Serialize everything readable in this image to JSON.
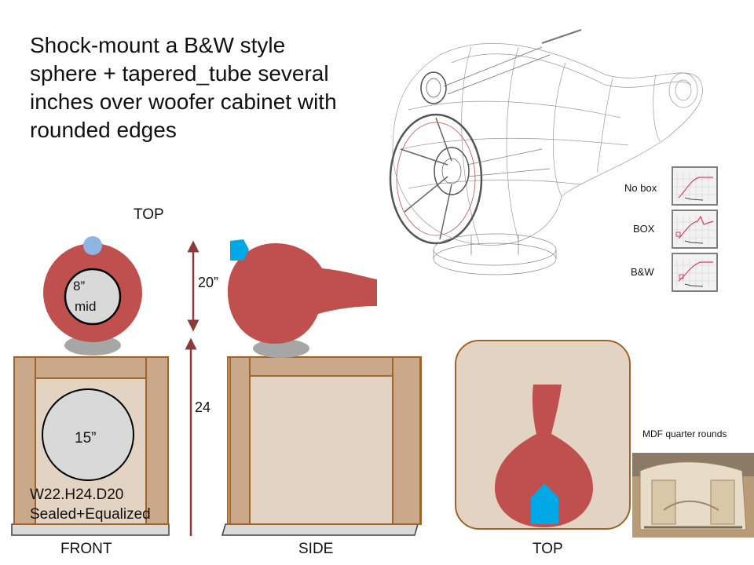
{
  "title": {
    "line1": "Shock-mount a B&W style",
    "line2": "sphere + tapered_tube several",
    "line3": "inches over woofer cabinet with",
    "line4": "rounded edges"
  },
  "labels": {
    "top_upper": "TOP",
    "mid_size": "8”",
    "mid_word": "mid",
    "dim_20": "20”",
    "dim_24": "24",
    "woofer_size": "15”",
    "dims": "W22.H24.D20",
    "sealed": "Sealed+Equalized",
    "front": "FRONT",
    "side": "SIDE",
    "top_lower": "TOP",
    "mdf_caption": "MDF quarter rounds"
  },
  "graphs": [
    {
      "label": "No box"
    },
    {
      "label": "BOX"
    },
    {
      "label": "B&W"
    }
  ],
  "colors": {
    "red": "#c0504d",
    "wood": "#c9a98a",
    "wood_light": "#e3d3c2",
    "wood_edge": "#a0632a",
    "blue": "#00a9e6",
    "tweeter": "#8eb4e3",
    "gray": "#a6a6a6",
    "arrow": "#8b3a3a"
  }
}
